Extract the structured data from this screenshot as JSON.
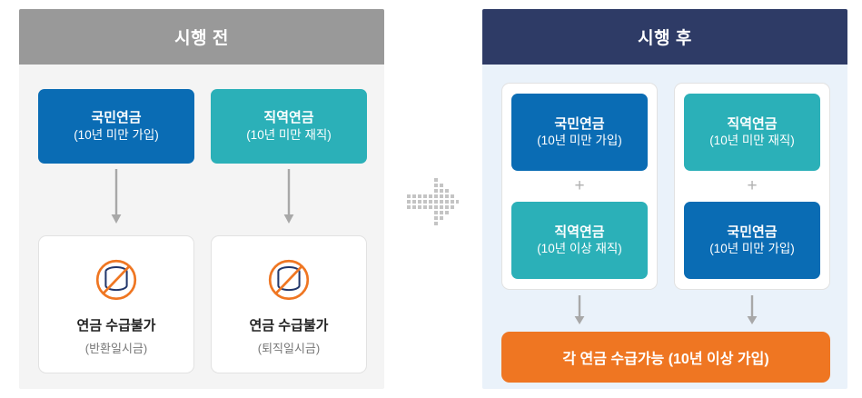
{
  "before": {
    "header": "시행 전",
    "top_boxes": [
      {
        "title": "국민연금",
        "sub": "(10년 미만 가입)",
        "color": "#0a6cb4"
      },
      {
        "title": "직역연금",
        "sub": "(10년 미만 재직)",
        "color": "#2bb0b8"
      }
    ],
    "results": [
      {
        "title": "연금 수급불가",
        "sub": "(반환일시금)"
      },
      {
        "title": "연금 수급불가",
        "sub": "(퇴직일시금)"
      }
    ]
  },
  "after": {
    "header": "시행 후",
    "groups": [
      {
        "primary": {
          "title": "국민연금",
          "sub": "(10년 미만 가입)",
          "color": "#0a6cb4"
        },
        "connector": "+",
        "secondary": {
          "title": "직역연금",
          "sub": "(10년 이상 재직)",
          "color": "#2bb0b8"
        }
      },
      {
        "primary": {
          "title": "직역연금",
          "sub": "(10년 미만 재직)",
          "color": "#2bb0b8"
        },
        "connector": "+",
        "secondary": {
          "title": "국민연금",
          "sub": "(10년 미만 가입)",
          "color": "#0a6cb4"
        }
      }
    ],
    "result": "각 연금 수급가능 (10년 이상 가입)"
  },
  "colors": {
    "header_before": "#999999",
    "header_after": "#2e3b66",
    "panel_before_bg": "#f4f4f4",
    "panel_after_bg": "#eaf2fa",
    "blue": "#0a6cb4",
    "teal": "#2bb0b8",
    "orange": "#ef7622",
    "arrow_gray": "#a8a8a8",
    "icon_navy": "#22376b",
    "icon_orange": "#ef7622"
  }
}
